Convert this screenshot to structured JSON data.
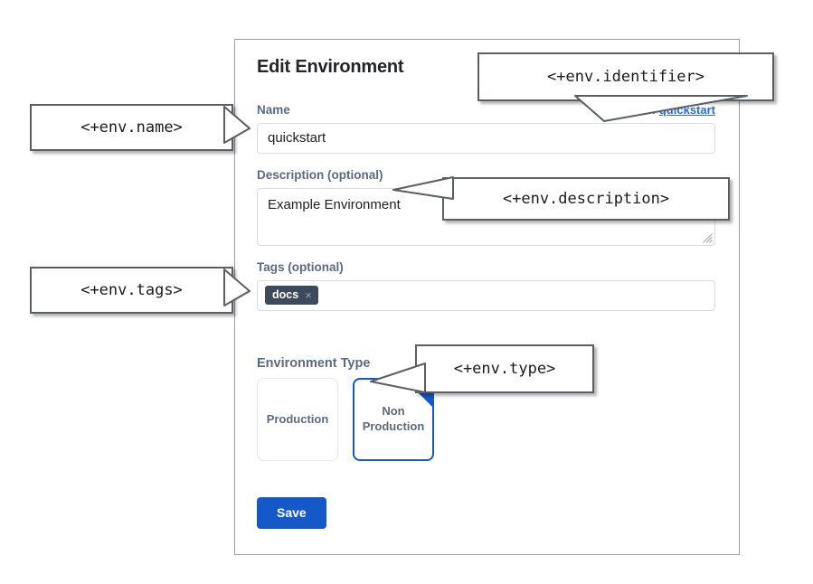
{
  "panel": {
    "title": "Edit Environment",
    "fields": {
      "name": {
        "label": "Name",
        "value": "quickstart",
        "placeholder": ""
      },
      "identifier": {
        "prefix": "ID:",
        "value": "quickstart"
      },
      "description": {
        "label": "Description (optional)",
        "value": "Example Environment",
        "placeholder": ""
      },
      "tags": {
        "label": "Tags (optional)",
        "chips": [
          {
            "label": "docs",
            "remove_glyph": "×"
          }
        ]
      },
      "environment_type": {
        "label": "Environment Type",
        "options": [
          {
            "label": "Production",
            "selected": false
          },
          {
            "label": "Non\nProduction",
            "line1": "Non",
            "line2": "Production",
            "selected": true
          }
        ]
      }
    },
    "save_label": "Save"
  },
  "callouts": {
    "name": "<+env.name>",
    "identifier": "<+env.identifier>",
    "description": "<+env.description>",
    "tags": "<+env.tags>",
    "type": "<+env.type>"
  },
  "colors": {
    "accent_blue": "#1558c8",
    "link_blue": "#2a6ae0",
    "label_slate": "#5b6b7f",
    "chip_bg": "#3d4a5c",
    "panel_border": "#9aa0a6",
    "callout_border": "#5b5f63",
    "input_border": "#d8dce1"
  }
}
